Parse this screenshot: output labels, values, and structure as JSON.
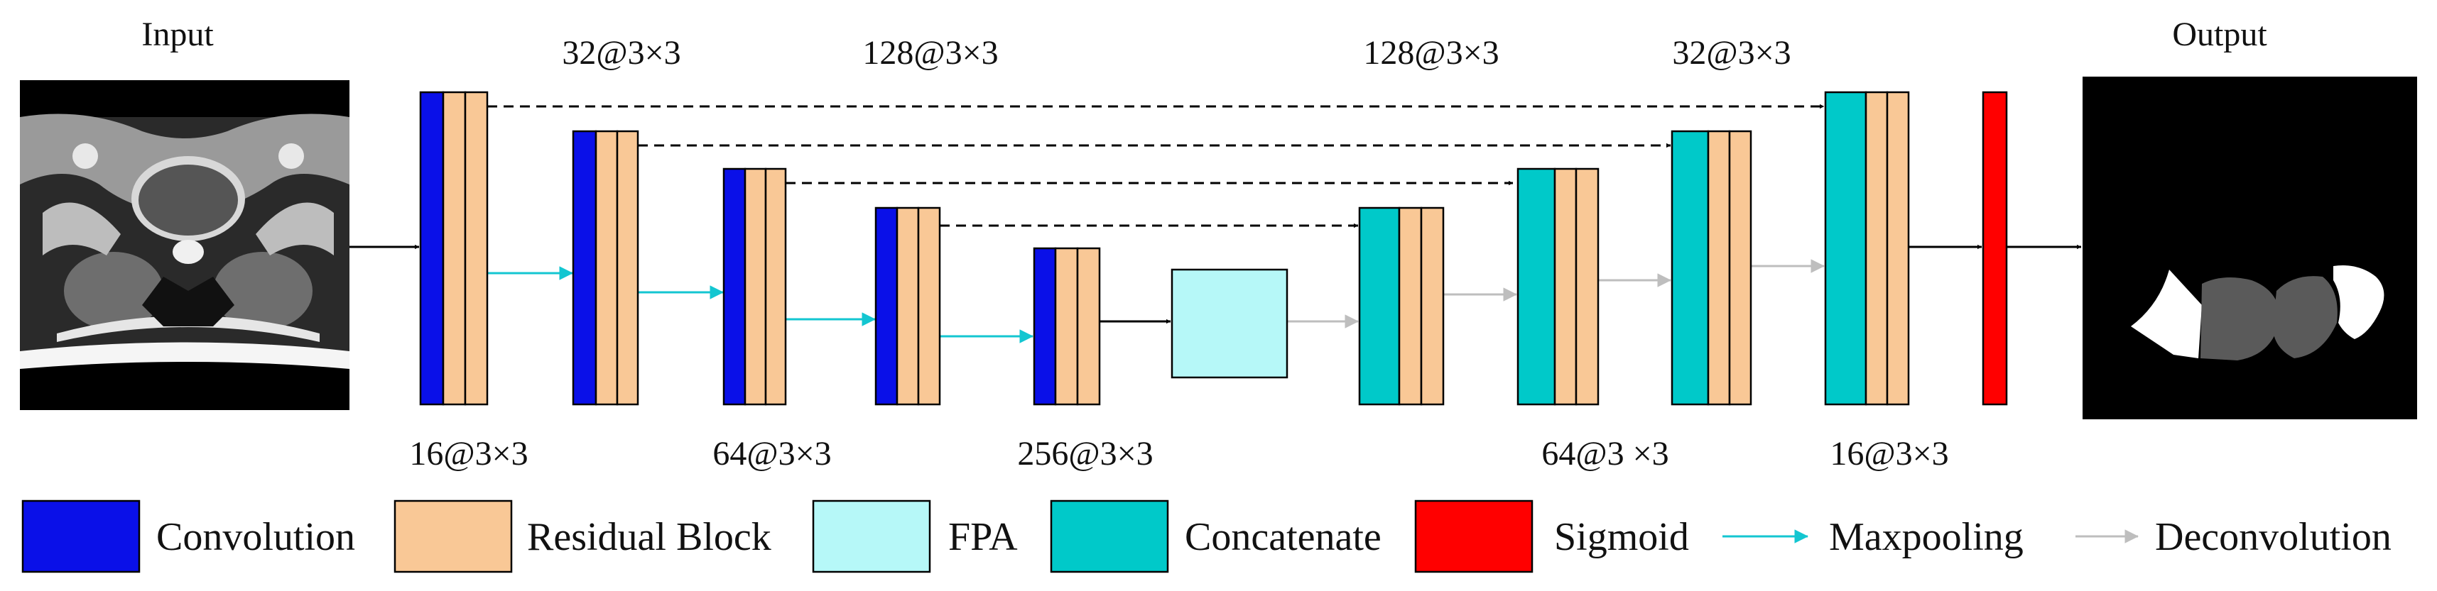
{
  "colors": {
    "convolution": "#0a10e8",
    "residual": "#f9c896",
    "fpa": "#b6f8f8",
    "concatenate": "#00c9c9",
    "sigmoid": "#ff0000",
    "maxpool_arrow": "#13c6d1",
    "deconv_arrow": "#bebebe",
    "flow_arrow": "#000000"
  },
  "labels": {
    "input": "Input",
    "output": "Output",
    "enc1": "16@3×3",
    "enc2": "32@3×3",
    "enc3": "64@3×3",
    "enc4": "128@3×3",
    "enc5": "256@3×3",
    "dec4": "128@3×3",
    "dec3": "64@3 ×3",
    "dec2": "32@3×3",
    "dec1": "16@3×3"
  },
  "legend": [
    {
      "key": "convolution",
      "label": "Convolution"
    },
    {
      "key": "residual",
      "label": "Residual Block"
    },
    {
      "key": "fpa",
      "label": "FPA"
    },
    {
      "key": "concatenate",
      "label": "Concatenate"
    },
    {
      "key": "sigmoid",
      "label": "Sigmoid"
    },
    {
      "key": "maxpool_arrow",
      "label": "Maxpooling"
    },
    {
      "key": "deconv_arrow",
      "label": "Deconvolution"
    }
  ],
  "images": {
    "input": "mri-axial-slice-image",
    "output": "segmentation-mask-image"
  }
}
